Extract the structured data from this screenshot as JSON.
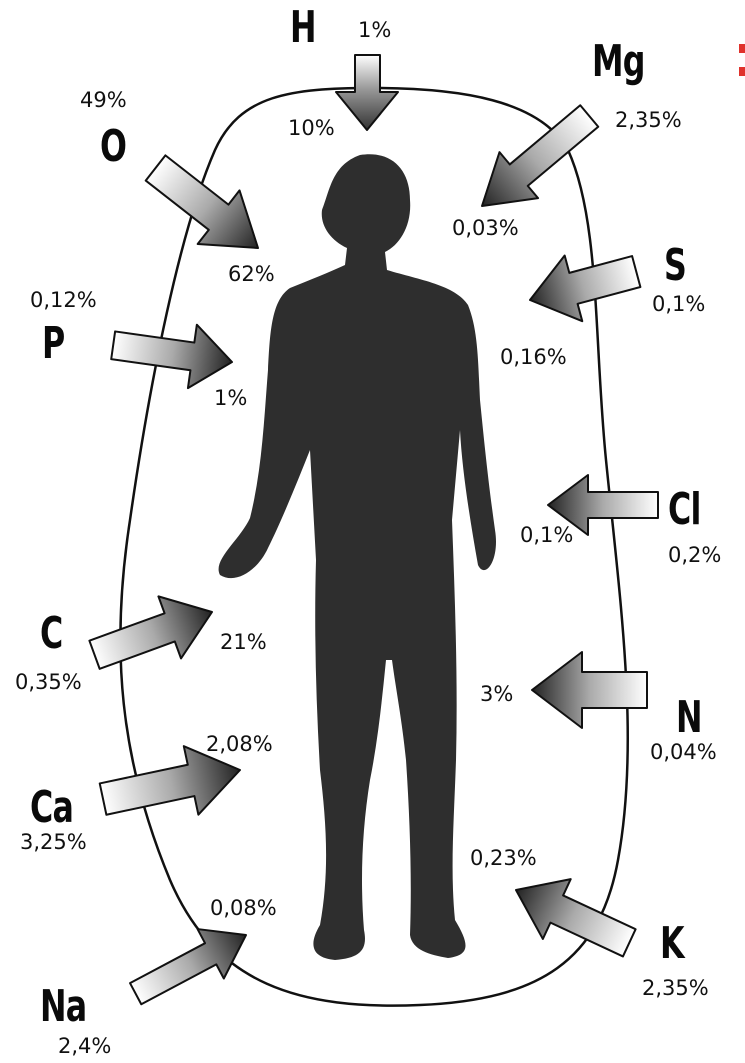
{
  "elements": [
    {
      "id": "h",
      "symbol": "H",
      "outside": "1%",
      "inside": "10%"
    },
    {
      "id": "o",
      "symbol": "O",
      "outside": "49%",
      "inside": "62%"
    },
    {
      "id": "mg",
      "symbol": "Mg",
      "outside": "2,35%",
      "inside": "0,03%"
    },
    {
      "id": "s",
      "symbol": "S",
      "outside": "0,1%",
      "inside": "0,16%"
    },
    {
      "id": "p",
      "symbol": "P",
      "outside": "0,12%",
      "inside": "1%"
    },
    {
      "id": "cl",
      "symbol": "Cl",
      "outside": "0,2%",
      "inside": "0,1%"
    },
    {
      "id": "c",
      "symbol": "C",
      "outside": "0,35%",
      "inside": "21%"
    },
    {
      "id": "n",
      "symbol": "N",
      "outside": "0,04%",
      "inside": "3%"
    },
    {
      "id": "ca",
      "symbol": "Ca",
      "outside": "3,25%",
      "inside": "2,08%"
    },
    {
      "id": "k",
      "symbol": "K",
      "outside": "2,35%",
      "inside": "0,23%"
    },
    {
      "id": "na",
      "symbol": "Na",
      "outside": "2,4%",
      "inside": "0,08%"
    }
  ],
  "colors": {
    "ink": "#111111",
    "silhouette": "#2e2e2e",
    "accent_marks": "#e0322c"
  }
}
